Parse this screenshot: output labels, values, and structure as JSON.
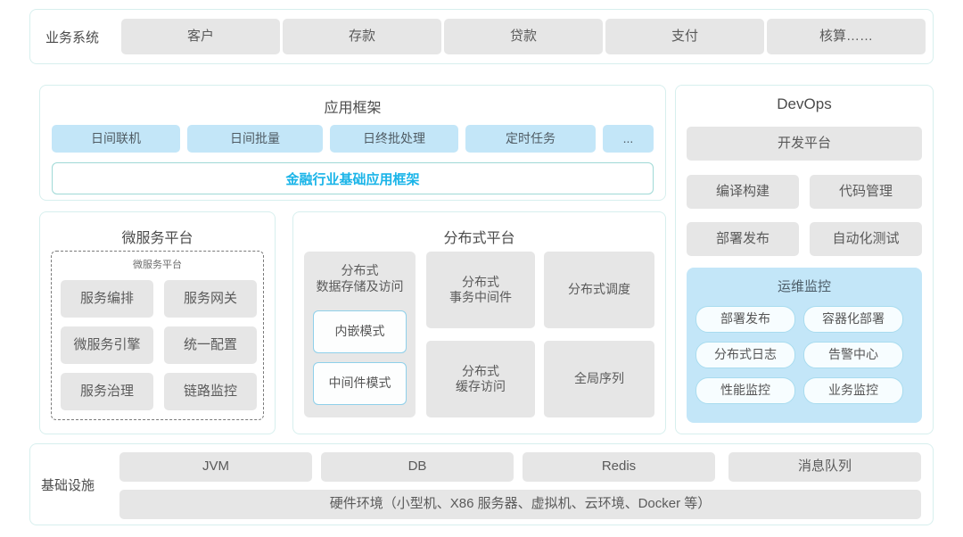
{
  "colors": {
    "panel_border": "#d7efee",
    "chip_gray": "#e6e6e6",
    "chip_blue": "#c3e6f8",
    "accent_cyan": "#19b4e8",
    "text": "#4a4a4a"
  },
  "business": {
    "label": "业务系统",
    "items": [
      "客户",
      "存款",
      "贷款",
      "支付",
      "核算……"
    ]
  },
  "app_framework": {
    "title": "应用框架",
    "chips": [
      "日间联机",
      "日间批量",
      "日终批处理",
      "定时任务",
      "..."
    ],
    "foundation_label": "金融行业基础应用框架"
  },
  "microservice": {
    "title": "微服务平台",
    "sub_title": "微服务平台",
    "items": [
      "服务编排",
      "服务网关",
      "微服务引擎",
      "统一配置",
      "服务治理",
      "链路监控"
    ]
  },
  "distributed": {
    "title": "分布式平台",
    "storage_card": {
      "title": "分布式\n数据存储及访问",
      "title_line1": "分布式",
      "title_line2": "数据存储及访问",
      "modes": [
        "内嵌模式",
        "中间件模式"
      ]
    },
    "cells": [
      {
        "line1": "分布式",
        "line2": "事务中间件"
      },
      {
        "line1": "分布式调度",
        "line2": ""
      },
      {
        "line1": "分布式",
        "line2": "缓存访问"
      },
      {
        "line1": "全局序列",
        "line2": ""
      }
    ]
  },
  "devops": {
    "title": "DevOps",
    "platform": "开发平台",
    "tools": [
      "编译构建",
      "代码管理",
      "部署发布",
      "自动化测试"
    ],
    "ops_monitor": {
      "title": "运维监控",
      "items": [
        "部署发布",
        "容器化部署",
        "分布式日志",
        "告警中心",
        "性能监控",
        "业务监控"
      ]
    }
  },
  "infrastructure": {
    "label": "基础设施",
    "items": [
      "JVM",
      "DB",
      "Redis",
      "消息队列"
    ],
    "hardware": "硬件环境（小型机、X86 服务器、虚拟机、云环境、Docker 等）"
  }
}
